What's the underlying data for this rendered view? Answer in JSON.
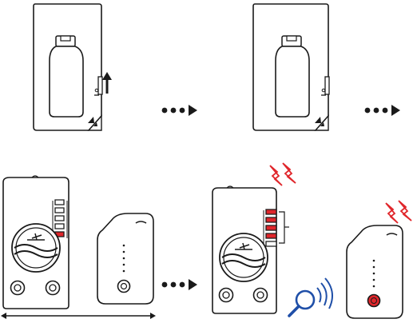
{
  "figure": {
    "steps": [
      {
        "id": "step-1",
        "description_hidden": ""
      },
      {
        "id": "step-2"
      },
      {
        "id": "step-3"
      },
      {
        "id": "step-4"
      }
    ],
    "colors": {
      "outline": "#1a1a1a",
      "alarm": "#e0262b",
      "signal": "#1f4fa8",
      "background": "#ffffff"
    },
    "icons": [
      "monitor-device-icon",
      "bottle-icon",
      "up-arrow-icon",
      "continue-arrow-icon",
      "alarm-lightning-icon",
      "remote-tag-icon",
      "magnifier-icon",
      "wireless-signal-icon",
      "distance-arrow-icon"
    ],
    "monitor_leds": {
      "total": 5,
      "lit_before": 1,
      "lit_after": 4
    },
    "tag_leds": 5
  }
}
